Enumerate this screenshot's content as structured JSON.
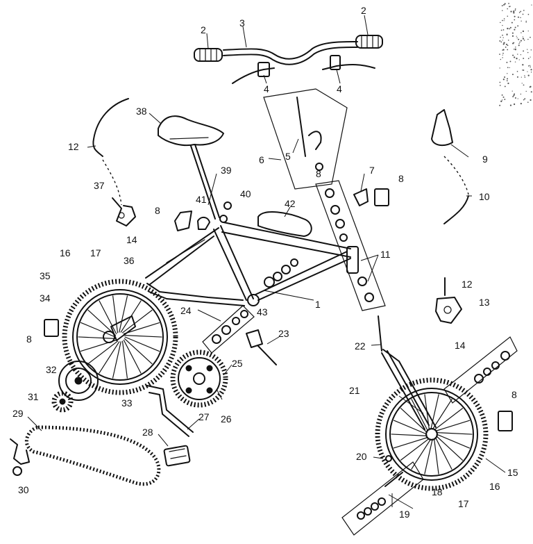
{
  "callouts": [
    {
      "id": "c2a",
      "text": "2"
    },
    {
      "id": "c3",
      "text": "3"
    },
    {
      "id": "c2b",
      "text": "2"
    },
    {
      "id": "c4a",
      "text": "4"
    },
    {
      "id": "c4b",
      "text": "4"
    },
    {
      "id": "c38",
      "text": "38"
    },
    {
      "id": "c12a",
      "text": "12"
    },
    {
      "id": "c6",
      "text": "6"
    },
    {
      "id": "c5",
      "text": "5"
    },
    {
      "id": "c8a",
      "text": "8"
    },
    {
      "id": "c9",
      "text": "9"
    },
    {
      "id": "c39",
      "text": "39"
    },
    {
      "id": "c7",
      "text": "7"
    },
    {
      "id": "c8b",
      "text": "8"
    },
    {
      "id": "c37",
      "text": "37"
    },
    {
      "id": "c40",
      "text": "40"
    },
    {
      "id": "c10",
      "text": "10"
    },
    {
      "id": "c41",
      "text": "41"
    },
    {
      "id": "c42",
      "text": "42"
    },
    {
      "id": "c8c",
      "text": "8"
    },
    {
      "id": "c14a",
      "text": "14"
    },
    {
      "id": "c16a",
      "text": "16"
    },
    {
      "id": "c17a",
      "text": "17"
    },
    {
      "id": "c36",
      "text": "36"
    },
    {
      "id": "c11",
      "text": "11"
    },
    {
      "id": "c35",
      "text": "35"
    },
    {
      "id": "c34",
      "text": "34"
    },
    {
      "id": "c1",
      "text": "1"
    },
    {
      "id": "c43",
      "text": "43"
    },
    {
      "id": "c12b",
      "text": "12"
    },
    {
      "id": "c13",
      "text": "13"
    },
    {
      "id": "c24",
      "text": "24"
    },
    {
      "id": "c8d",
      "text": "8"
    },
    {
      "id": "c23",
      "text": "23"
    },
    {
      "id": "c14b",
      "text": "14"
    },
    {
      "id": "c22",
      "text": "22"
    },
    {
      "id": "c25",
      "text": "25"
    },
    {
      "id": "c32",
      "text": "32"
    },
    {
      "id": "c33",
      "text": "33"
    },
    {
      "id": "c21",
      "text": "21"
    },
    {
      "id": "c31",
      "text": "31"
    },
    {
      "id": "c26",
      "text": "26"
    },
    {
      "id": "c8e",
      "text": "8"
    },
    {
      "id": "c29",
      "text": "29"
    },
    {
      "id": "c27",
      "text": "27"
    },
    {
      "id": "c28",
      "text": "28"
    },
    {
      "id": "c20",
      "text": "20"
    },
    {
      "id": "c15",
      "text": "15"
    },
    {
      "id": "c30",
      "text": "30"
    },
    {
      "id": "c18",
      "text": "18"
    },
    {
      "id": "c17b",
      "text": "17"
    },
    {
      "id": "c16b",
      "text": "16"
    },
    {
      "id": "c19",
      "text": "19"
    }
  ]
}
